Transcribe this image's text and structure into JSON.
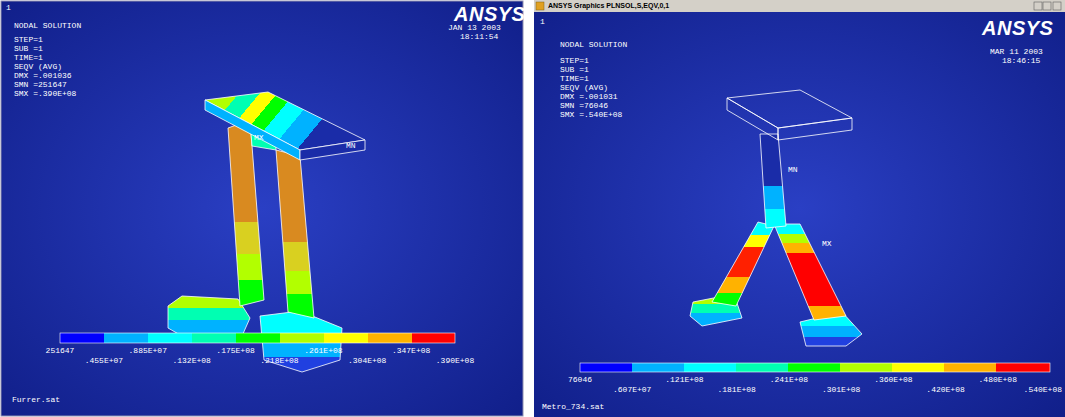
{
  "diagram": {
    "labels": [
      "1",
      "NODAL SOLUTION",
      "STEP=1",
      "SUB =1",
      "TIME=1",
      "SEQV (AVG)",
      "DMX =.001036",
      "SMN =251647",
      "SMX =.390E+08",
      "ANSYS",
      "JAN 13 2003",
      "18:11:54",
      "MX",
      "MN",
      "251647",
      ".455E+07",
      ".885E+07",
      ".132E+08",
      ".175E+08",
      ".218E+08",
      ".261E+08",
      ".304E+08",
      ".347E+08",
      ".390E+08",
      "Furrer.sat",
      "ANSYS Graphics PLNSOL,S,EQV,0,1",
      "1",
      "NODAL SOLUTION",
      "STEP=1",
      "SUB =1",
      "TIME=1",
      "SEQV (AVG)",
      "DMX =.001031",
      "SMN =76046",
      "SMX =.540E+08",
      "ANSYS",
      "MAR 11 2003",
      "18:46:15",
      "MN",
      "MX",
      "76046",
      ".607E+07",
      ".121E+08",
      ".181E+08",
      ".241E+08",
      ".301E+08",
      ".360E+08",
      ".420E+08",
      ".480E+08",
      ".540E+08",
      "Metro_734.sat"
    ]
  }
}
